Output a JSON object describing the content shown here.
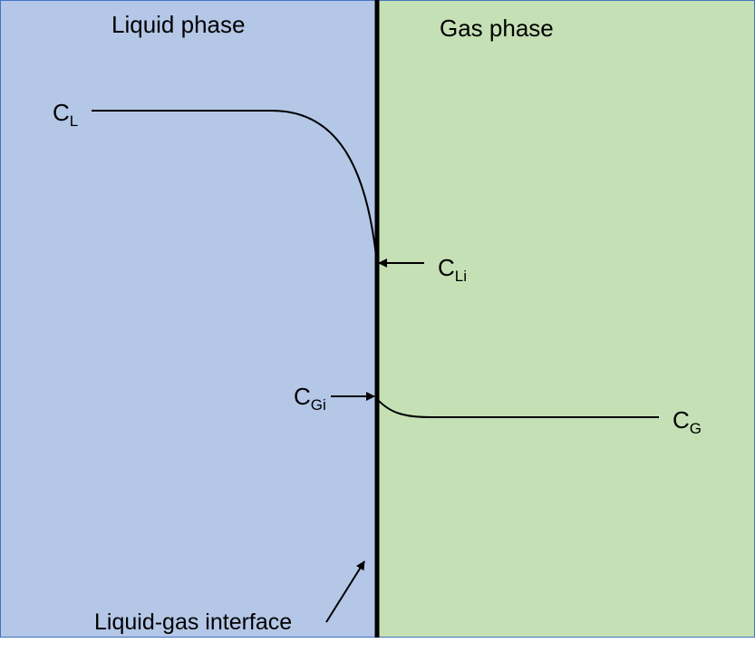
{
  "regions": {
    "liquid": {
      "label": "Liquid phase",
      "color": "#b4c7e7"
    },
    "gas": {
      "label": "Gas phase",
      "color": "#c5e0b4"
    }
  },
  "border_color": "#4472c4",
  "interface": {
    "label": "Liquid-gas interface"
  },
  "concentrations": {
    "bulk_liquid": {
      "main": "C",
      "sub": "L"
    },
    "interface_liquid": {
      "main": "C",
      "sub": "Li"
    },
    "interface_gas": {
      "main": "C",
      "sub": "Gi"
    },
    "bulk_gas": {
      "main": "C",
      "sub": "G"
    }
  }
}
